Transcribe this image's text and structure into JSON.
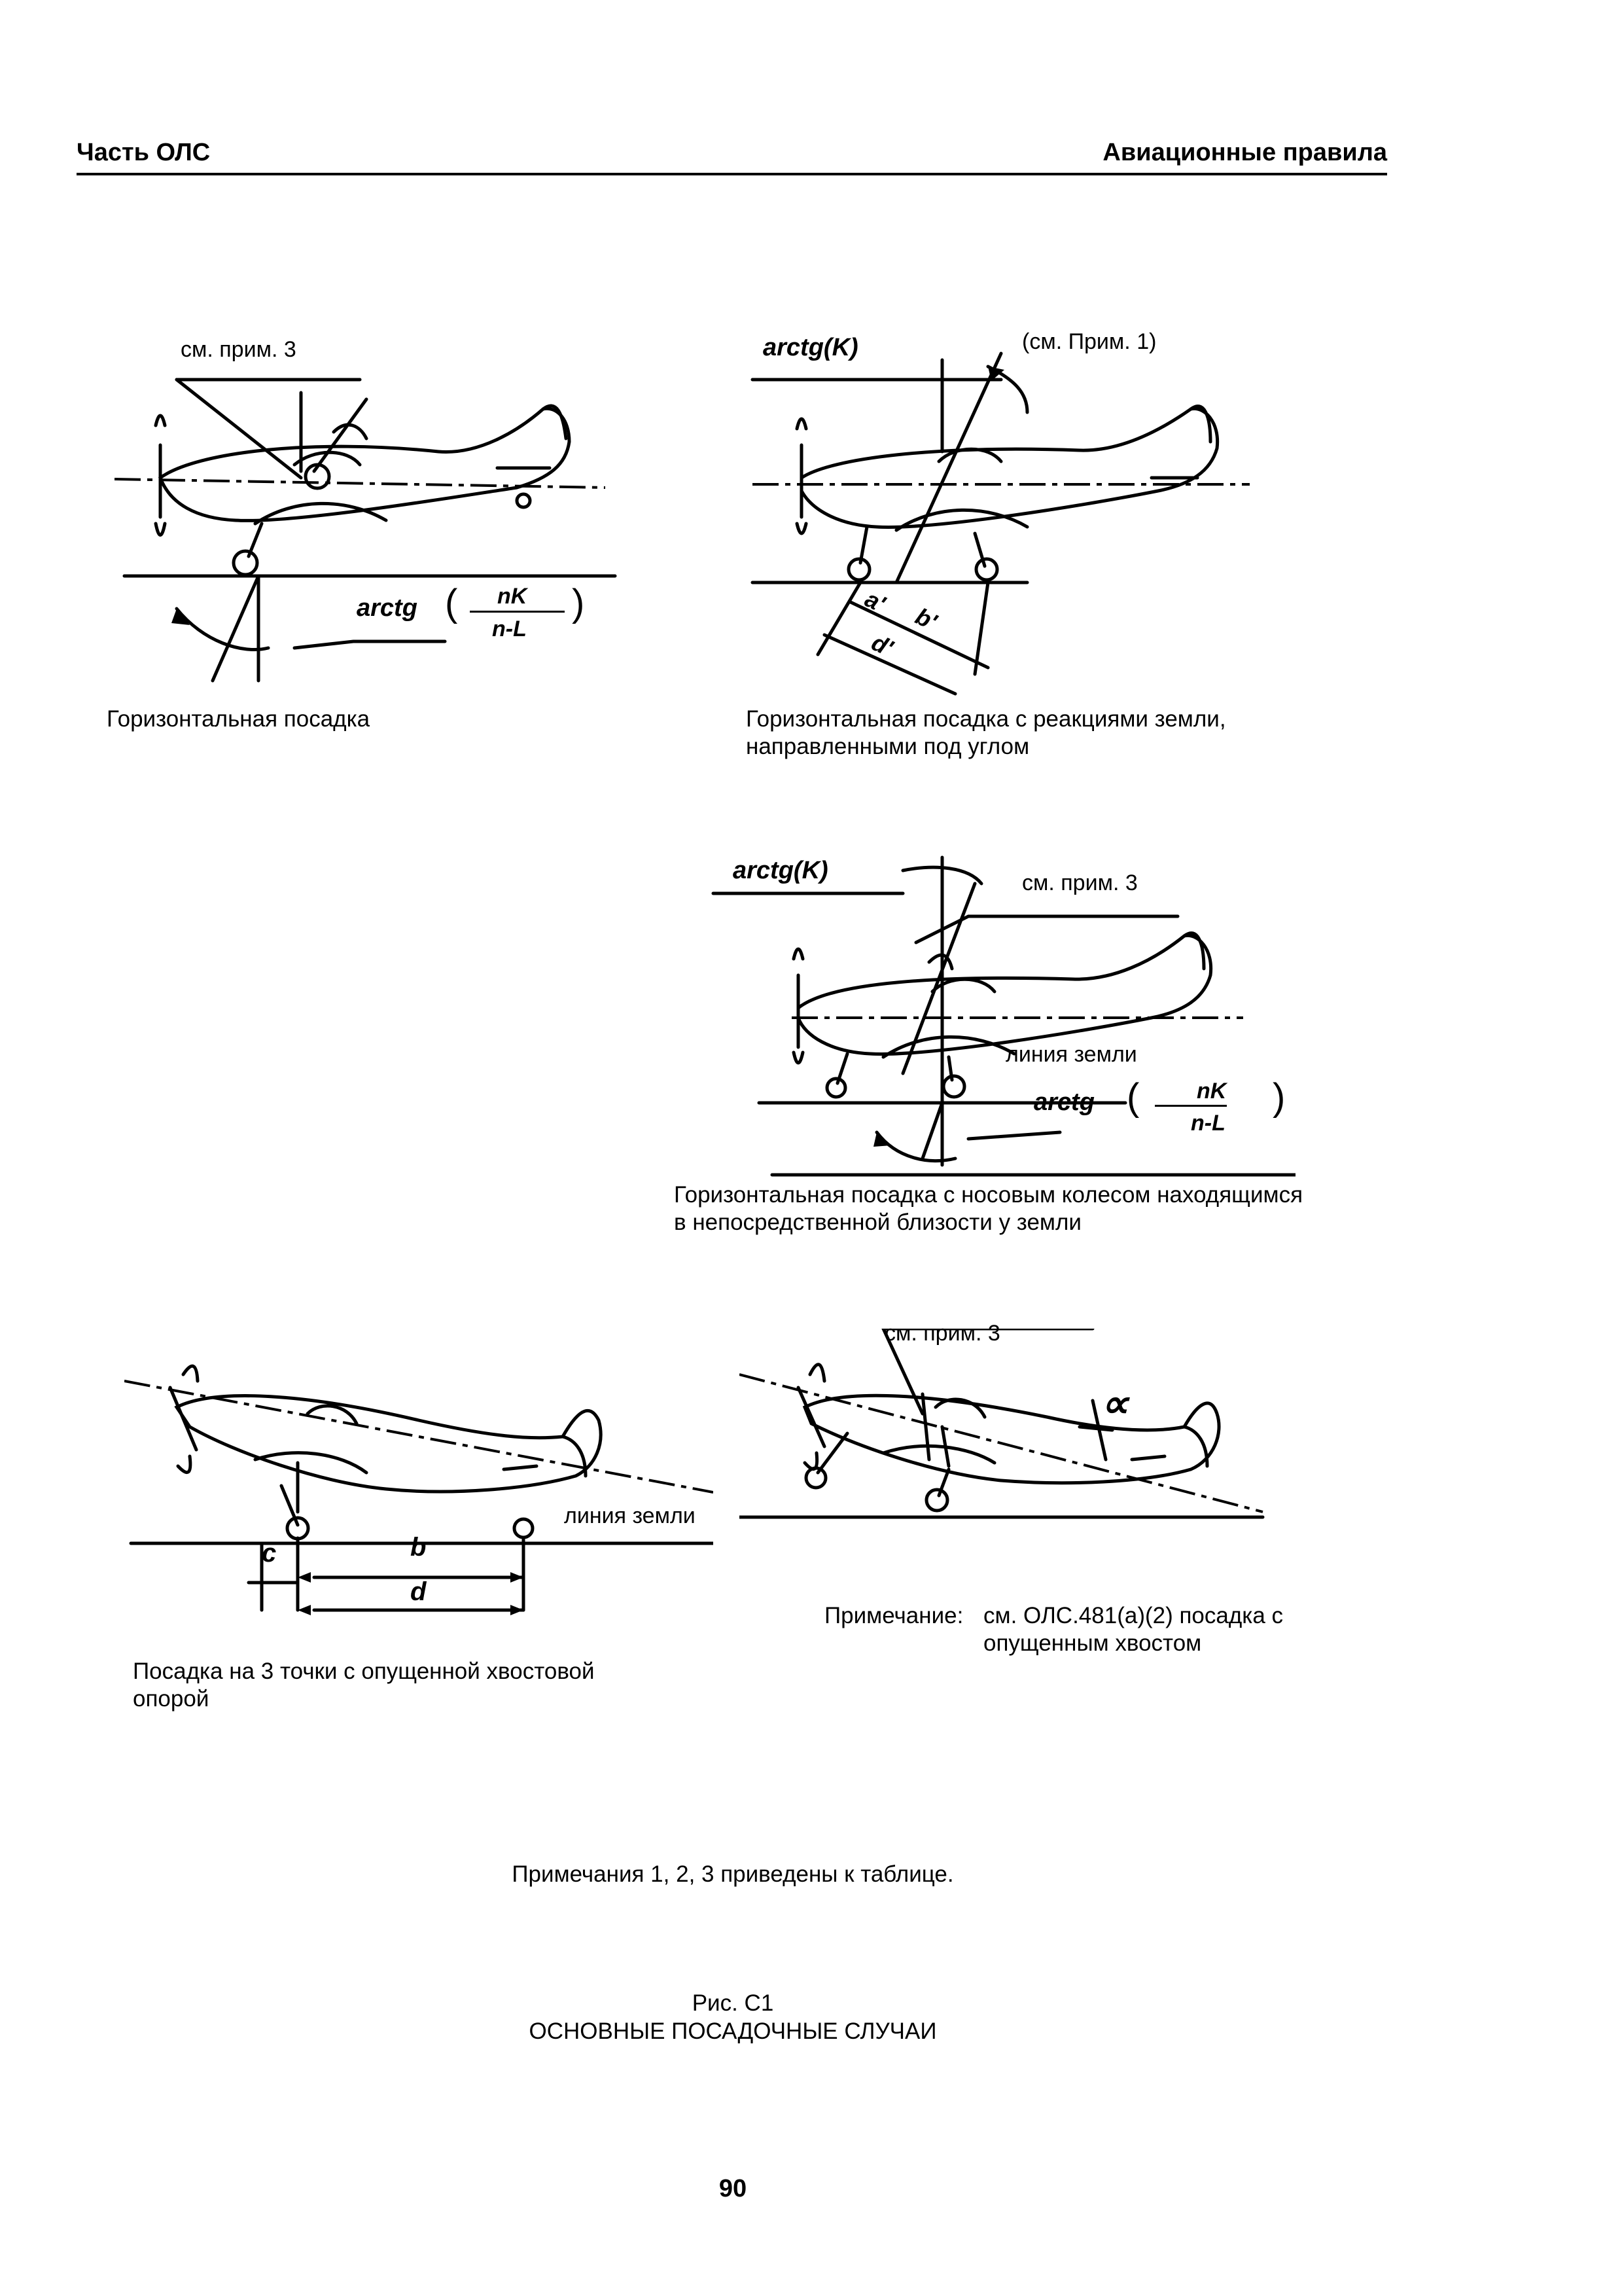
{
  "header": {
    "left": "Часть ОЛС",
    "right": "Авиационные правила"
  },
  "figures": {
    "fig1": {
      "note": "см. прим. 3",
      "formula_fn": "arctg",
      "formula_num": "nK",
      "formula_den": "n-L",
      "caption": "Горизонтальная посадка"
    },
    "fig2": {
      "formula": "arctg(K)",
      "note": "(см. Прим. 1)",
      "dim_a": "a'",
      "dim_b": "b'",
      "dim_d": "d'",
      "caption_line1": "Горизонтальная посадка с реакциями земли,",
      "caption_line2": "направленными под углом"
    },
    "fig3": {
      "formula": "arctg(K)",
      "note": "см. прим. 3",
      "ground_label": "линия земли",
      "formula_fn": "arctg",
      "formula_num": "nK",
      "formula_den": "n-L",
      "caption_line1": "Горизонтальная посадка с носовым колесом находящимся",
      "caption_line2": "в непосредственной близости у земли"
    },
    "fig4": {
      "ground_label": "линия земли",
      "dim_c": "c",
      "dim_b": "b",
      "dim_d": "d",
      "caption_line1": "Посадка на 3 точки с опущенной хвостовой",
      "caption_line2": "опорой"
    },
    "fig5": {
      "note": "см. прим. 3",
      "alpha": "∝",
      "remark_label": "Примечание:",
      "remark_line1": "см. ОЛС.481(a)(2) посадка с",
      "remark_line2": "опущенным хвостом"
    }
  },
  "notes_line": "Примечания 1, 2, 3 приведены к таблице.",
  "figure_number": "Рис. С1",
  "figure_title": "ОСНОВНЫЕ ПОСАДОЧНЫЕ СЛУЧАИ",
  "page_number": "90"
}
